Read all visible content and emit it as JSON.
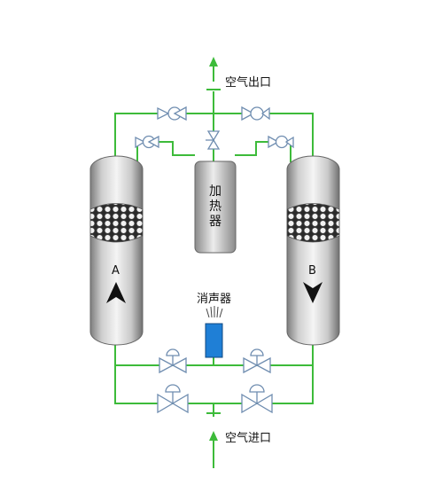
{
  "labels": {
    "air_outlet": "空气出口",
    "air_inlet": "空气进口",
    "heater": "加热器",
    "silencer": "消声器",
    "tower_a": "A",
    "tower_b": "B"
  },
  "colors": {
    "pipe": "#3dbb3a",
    "valve": "#6f8db0",
    "tower_gray": "#b8b8b8",
    "silencer_blue": "#1f7fd6"
  },
  "icons": {
    "flow_out": "arrow-up",
    "flow_in": "arrow-up",
    "tower_a_flow": "arrow-up",
    "tower_b_flow": "arrow-down"
  }
}
